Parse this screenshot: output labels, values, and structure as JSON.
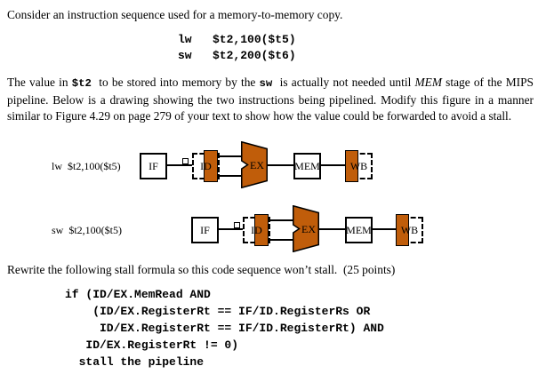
{
  "colors": {
    "highlight": "#c05d0a"
  },
  "intro": "Consider an instruction sequence used for a memory-to-memory copy.",
  "instructions_code": "lw   $t2,100($t5)\nsw   $t2,200($t6)",
  "paragraph": {
    "t1": "The value in ",
    "c1": "$t2",
    "t2": "  to be stored into memory by the ",
    "c2": "sw",
    "t3": "  is actually not needed until ",
    "em": "MEM",
    "t4": " stage of the MIPS pipeline. Below is a drawing showing the two instructions being pipelined. Modify this figure in a manner similar to Figure 4.29 on page 279 of your text to show how the value could be forwarded to avoid a stall."
  },
  "diagram": {
    "rows": [
      {
        "label": "lw  $t2,100($t5)",
        "if": "IF",
        "id": "ID",
        "ex": "EX",
        "mem": "MEM",
        "wb": "WB"
      },
      {
        "label": "sw  $t2,100($t5)",
        "if": "IF",
        "id": "ID",
        "ex": "EX",
        "mem": "MEM",
        "wb": "WB"
      }
    ]
  },
  "rewrite_prompt": "Rewrite the following stall formula so this code sequence won’t stall.  (25 points)",
  "stall_code": "if (ID/EX.MemRead AND\n    (ID/EX.RegisterRt == IF/ID.RegisterRs OR\n     ID/EX.RegisterRt == IF/ID.RegisterRt) AND\n   ID/EX.RegisterRt != 0)\n  stall the pipeline"
}
